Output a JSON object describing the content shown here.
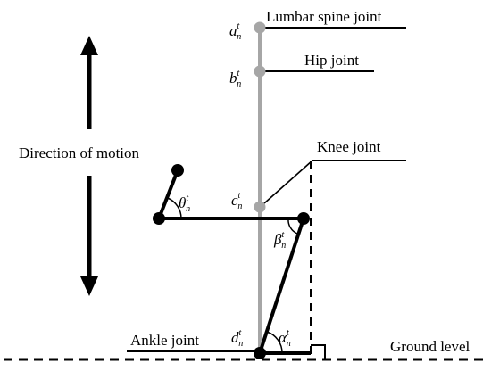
{
  "labels": {
    "lumbar": "Lumbar spine joint",
    "hip": "Hip joint",
    "knee": "Knee joint",
    "ankle": "Ankle joint",
    "ground": "Ground level",
    "direction": "Direction of motion"
  },
  "points": {
    "a": {
      "base": "a",
      "sup": "t",
      "sub": "n"
    },
    "b": {
      "base": "b",
      "sup": "t",
      "sub": "n"
    },
    "c": {
      "base": "c",
      "sup": "t",
      "sub": "n"
    },
    "d": {
      "base": "d",
      "sup": "t",
      "sub": "n"
    }
  },
  "angles": {
    "theta": {
      "base": "θ",
      "sup": "t",
      "sub": "n"
    },
    "beta": {
      "base": "β",
      "sup": "t",
      "sub": "n"
    },
    "alpha": {
      "base": "α",
      "sup": "t",
      "sub": "n"
    }
  },
  "colors": {
    "ink": "#000000",
    "spine": "#a6a6a6"
  }
}
